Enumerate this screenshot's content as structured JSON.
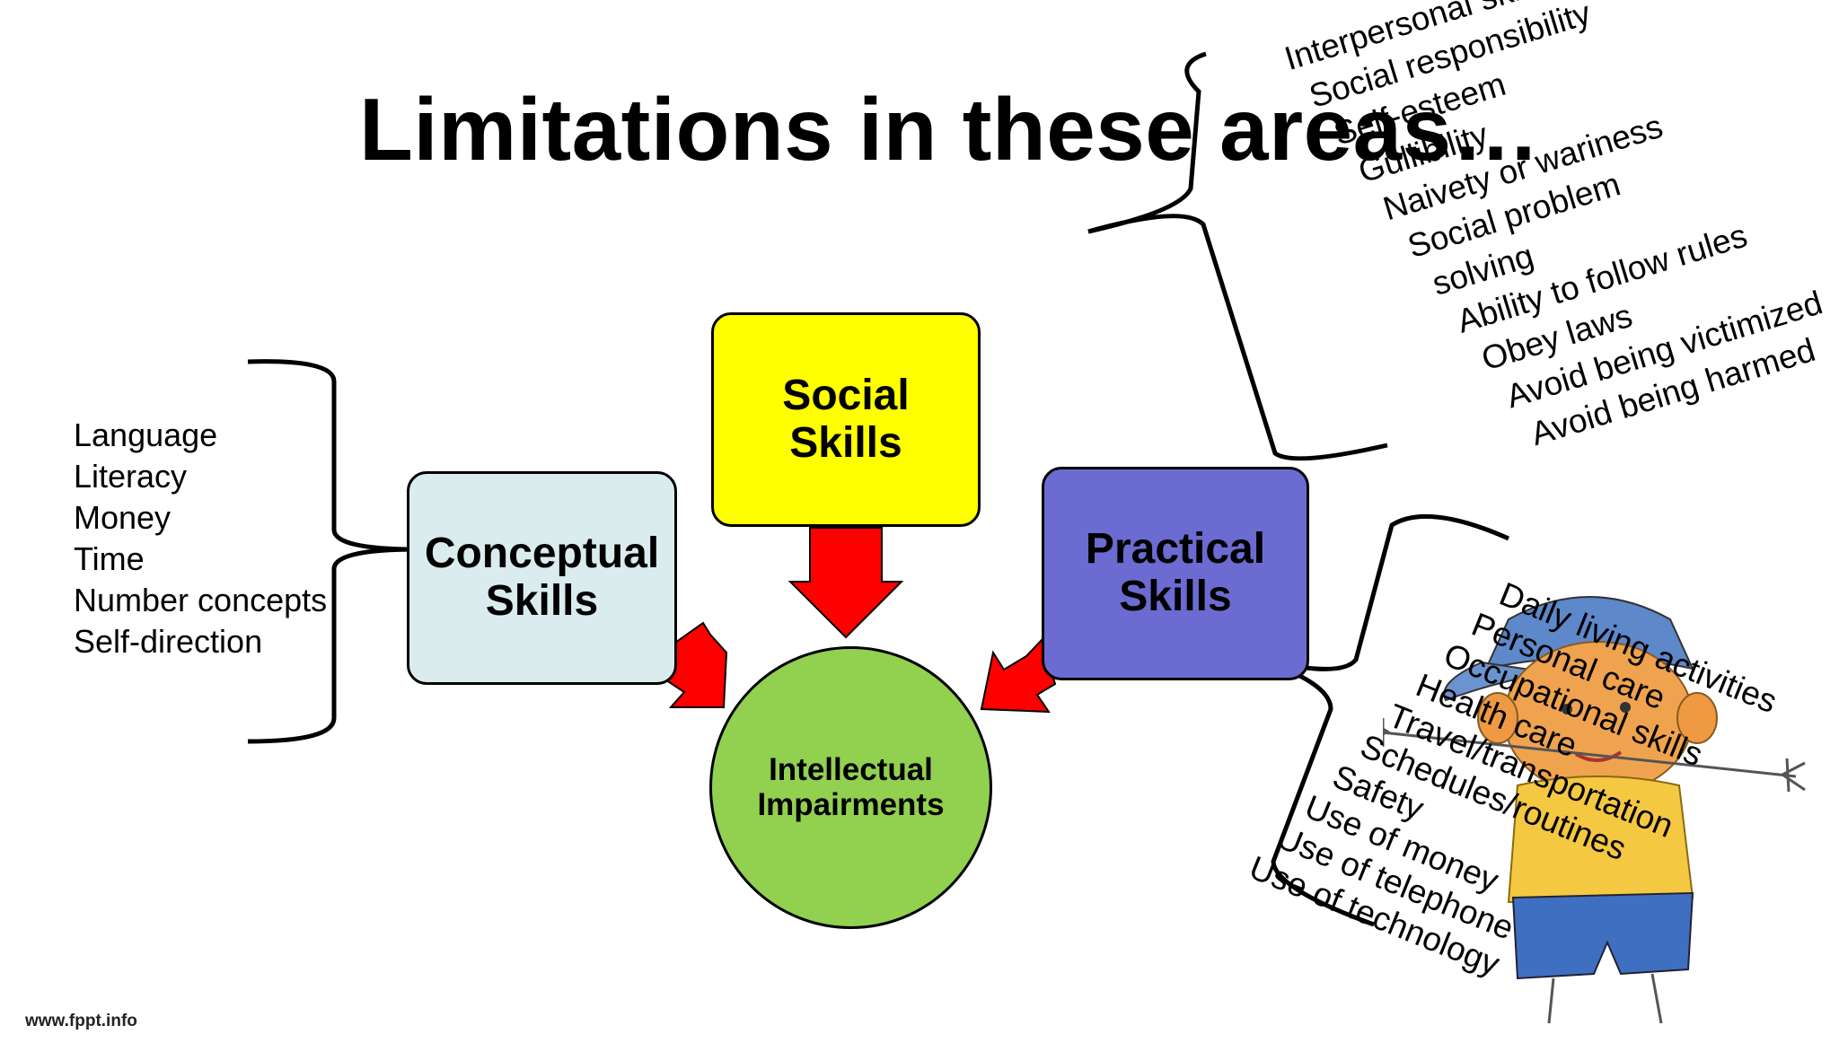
{
  "title": "Limitations in these areas…",
  "footer": "www.fppt.info",
  "diagram": {
    "center": {
      "line1": "Intellectual",
      "line2": "Impairments",
      "color": "#92d050"
    },
    "conceptual": {
      "line1": "Conceptual",
      "line2": "Skills",
      "color": "#daeced",
      "items": [
        "Language",
        "Literacy",
        "Money",
        "Time",
        "Number concepts",
        "Self-direction"
      ]
    },
    "social": {
      "line1": "Social",
      "line2": "Skills",
      "color": "#ffff00",
      "items": [
        "Interpersonal skills",
        "Social responsibility",
        "Self-esteem",
        "Gullibility",
        "Naivety or wariness",
        "Social problem",
        "solving",
        "Ability to follow rules",
        "Obey laws",
        "Avoid being victimized",
        "Avoid being harmed"
      ]
    },
    "practical": {
      "line1": "Practical",
      "line2": "Skills",
      "color": "#6b6bd1",
      "items": [
        "Daily living activities",
        "Personal care",
        "Occupational skills",
        "Health care",
        "Travel/transportation",
        "Schedules/routines",
        "Safety",
        "Use of money",
        "Use of telephone",
        "Use of technology"
      ]
    },
    "arrow_color": "#ff0000",
    "illustration": "cartoon-boy-with-cap"
  }
}
